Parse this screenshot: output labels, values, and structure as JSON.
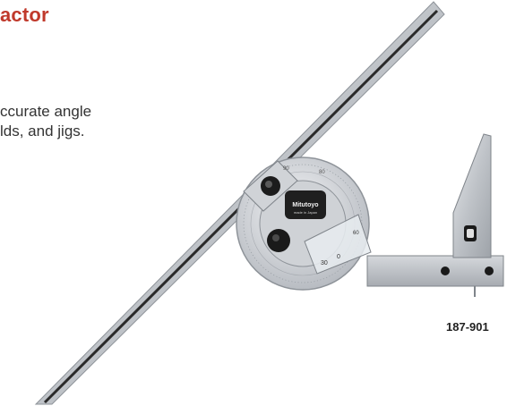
{
  "header": {
    "title_fragment": "actor"
  },
  "description": {
    "line1": "ccurate angle",
    "line2": "lds, and jigs."
  },
  "product": {
    "brand": "Mitutoyo",
    "brand_sub": "made in Japan",
    "model_number": "187-901",
    "dial_labels": [
      "60",
      "90",
      "80",
      "0",
      "30"
    ]
  },
  "colors": {
    "title": "#c0392b",
    "steel": "#c9ccd1",
    "dark": "#1a1a1a"
  }
}
